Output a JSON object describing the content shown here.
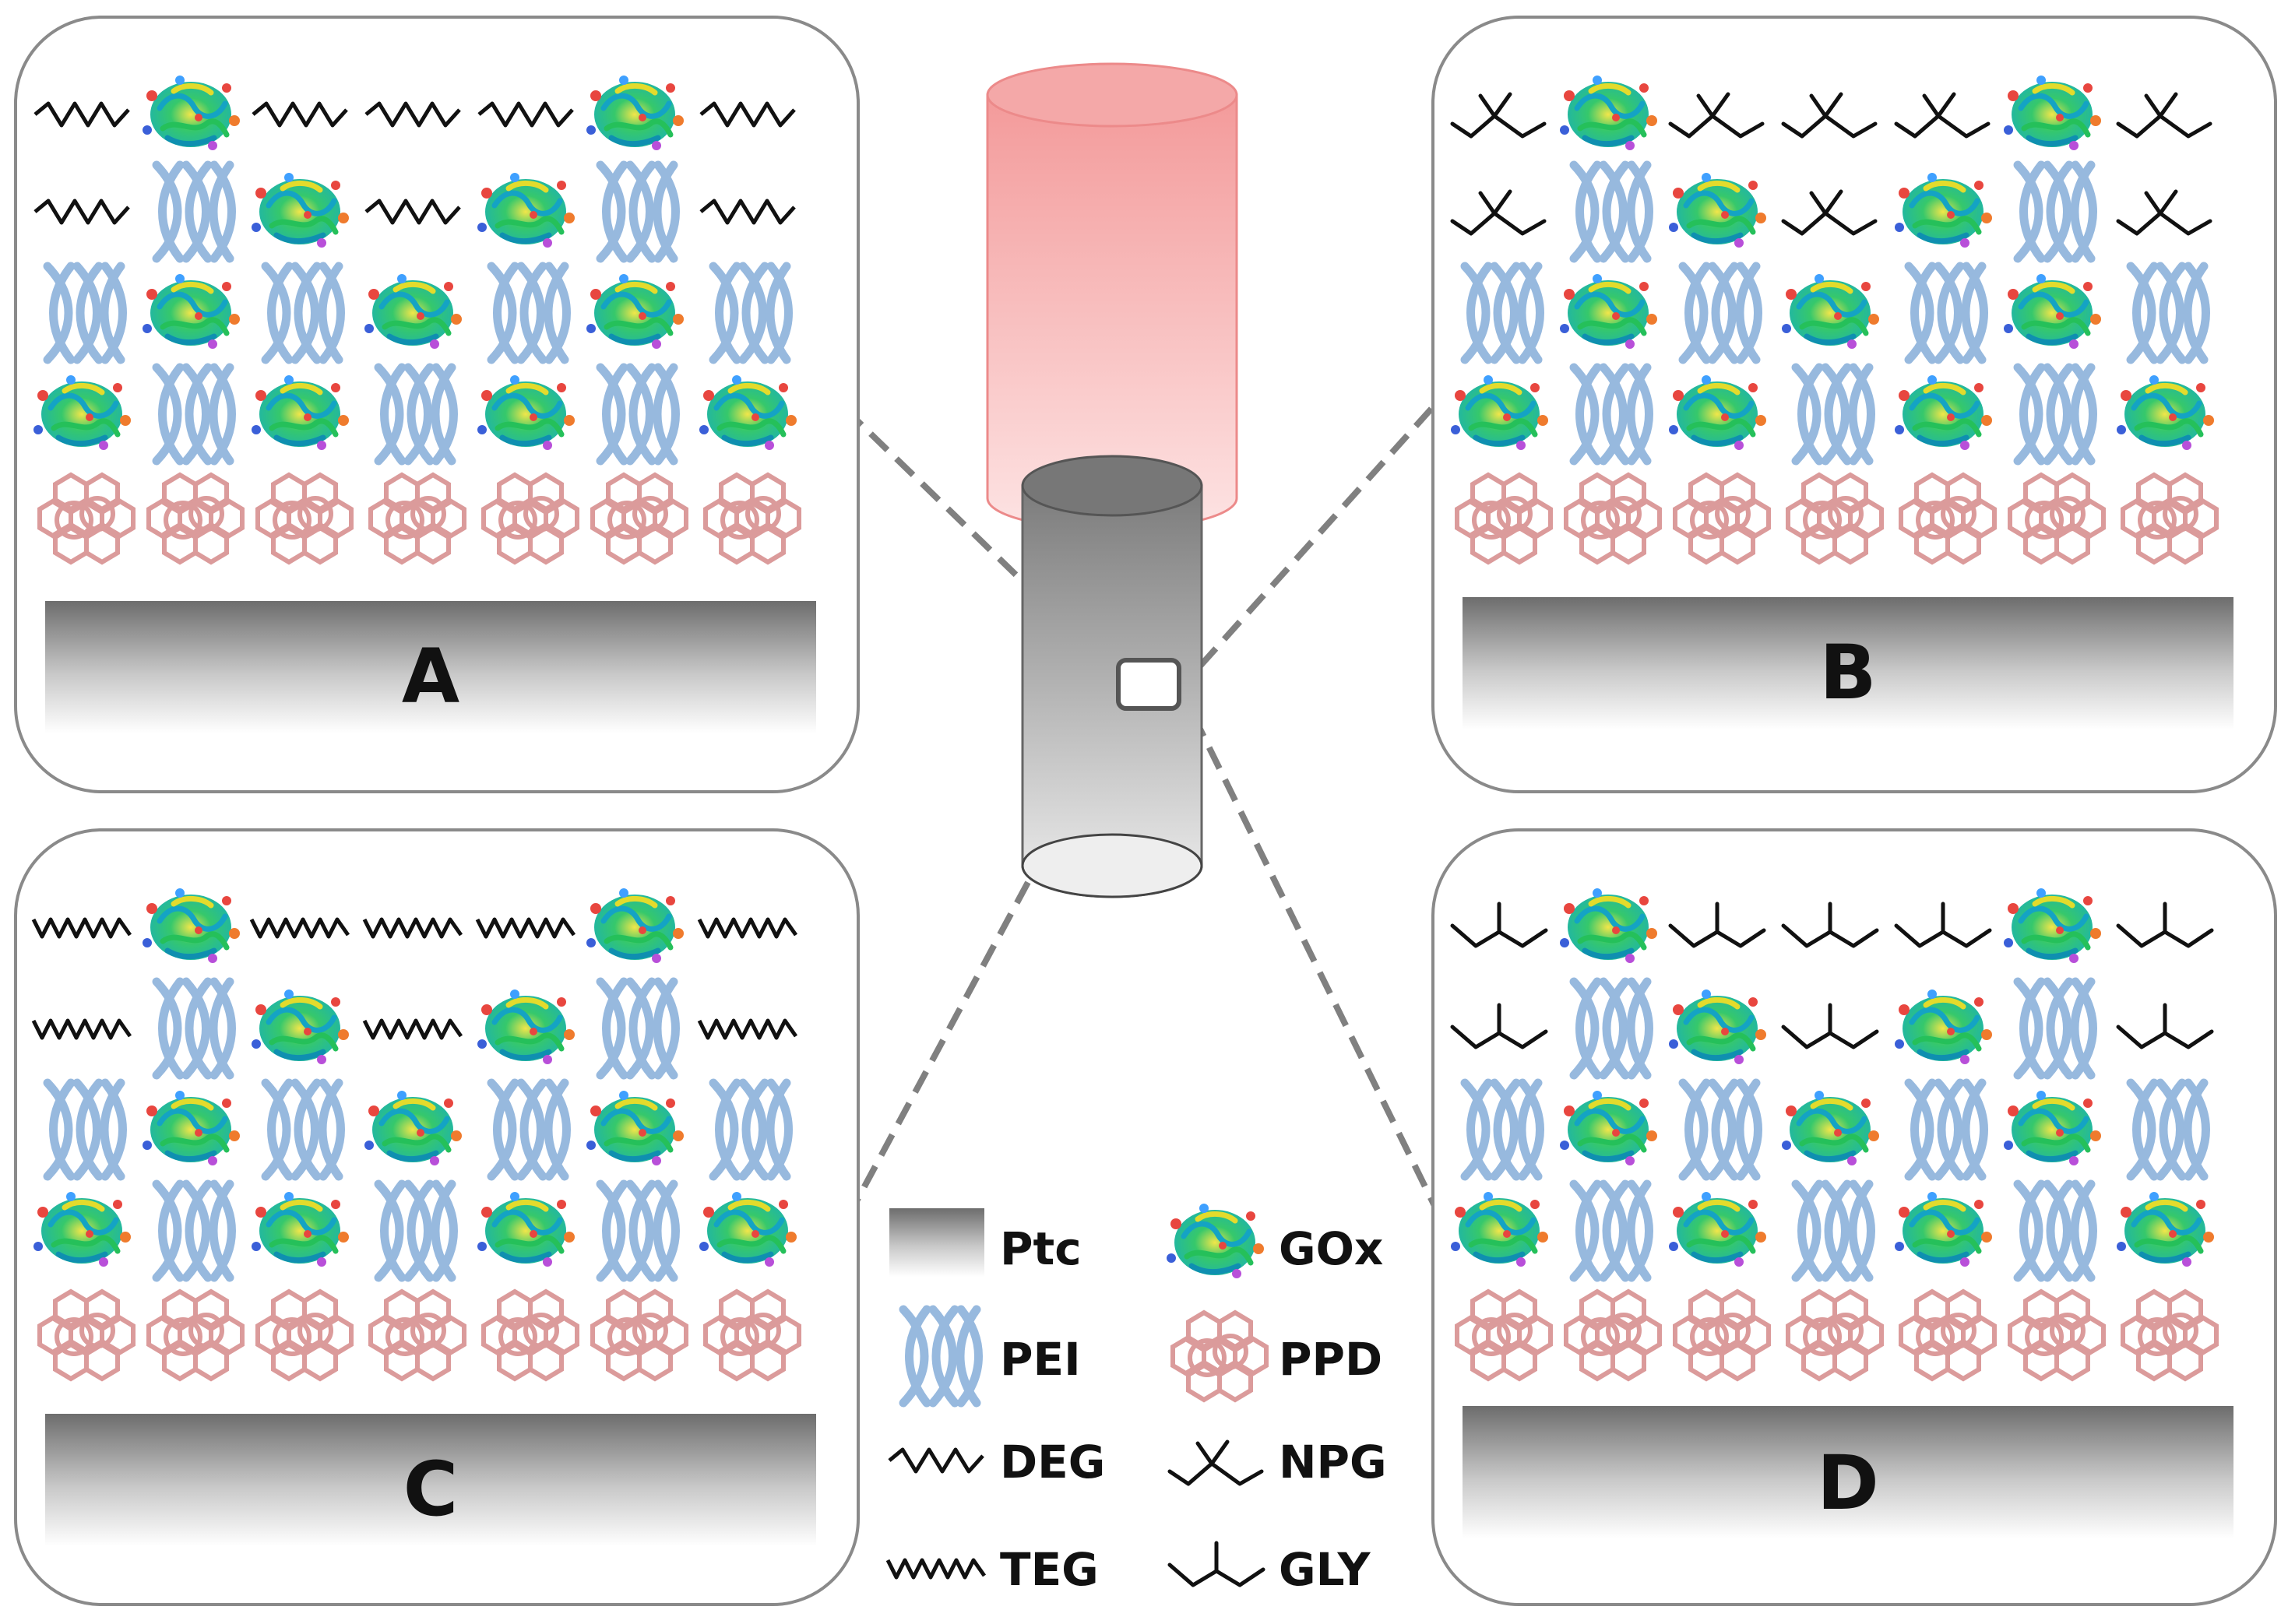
{
  "panels": [
    {
      "id": "A",
      "label": "A",
      "top_ligand": "DEG"
    },
    {
      "id": "B",
      "label": "B",
      "top_ligand": "NPG"
    },
    {
      "id": "C",
      "label": "C",
      "top_ligand": "TEG"
    },
    {
      "id": "D",
      "label": "D",
      "top_ligand": "GLY"
    }
  ],
  "layers_bottom_to_top": [
    "Ptc",
    "PPD",
    "GOx/PEI",
    "GOx/PEI",
    "GOx/PEI",
    "ligand/GOx"
  ],
  "legend": {
    "ptc": "Ptc",
    "gox": "GOx",
    "pei": "PEI",
    "ppd": "PPD",
    "deg": "DEG",
    "npg": "NPG",
    "teg": "TEG",
    "gly": "GLY"
  },
  "colors": {
    "electrode_top": "#f4a8a8",
    "pei": "#7aa6d6",
    "ppd": "#d07a7a",
    "ligand": "#111111",
    "connector": "#808080"
  }
}
